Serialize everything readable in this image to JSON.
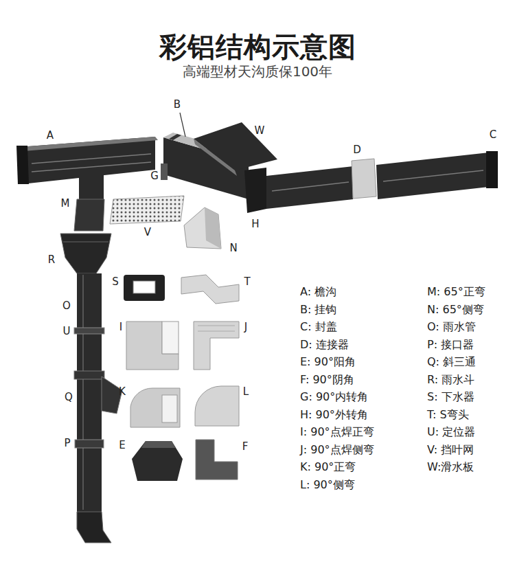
{
  "diagram": {
    "title": "彩铝结构示意图",
    "labels": [
      "高端型材天沟质保100年",
      "B",
      "W",
      "C",
      "A",
      "D",
      "G",
      "M",
      "H",
      "V",
      "N",
      "R",
      "S",
      "T",
      "O",
      "I",
      "J",
      "U",
      "K",
      "L",
      "Q",
      "P",
      "E",
      "F",
      "A: 檐沟",
      "B: 挂钩",
      "C: 封盖",
      "D: 连接器",
      "E: 90°阳角",
      "F: 90°阴角",
      "G: 90°内转角",
      "H: 90°外转角",
      "I: 90°点焊正弯",
      "J: 90°点焊侧弯",
      "K: 90°正弯",
      "L: 90°侧弯",
      "M: 65°正弯",
      "N: 65°侧弯",
      "O: 雨水管",
      "P: 接口器",
      "Q: 斜三通",
      "R: 雨水斗",
      "S: 下水器",
      "T: S弯头",
      "U: 定位器",
      "V: 挡叶网",
      "W:滑水板"
    ]
  }
}
